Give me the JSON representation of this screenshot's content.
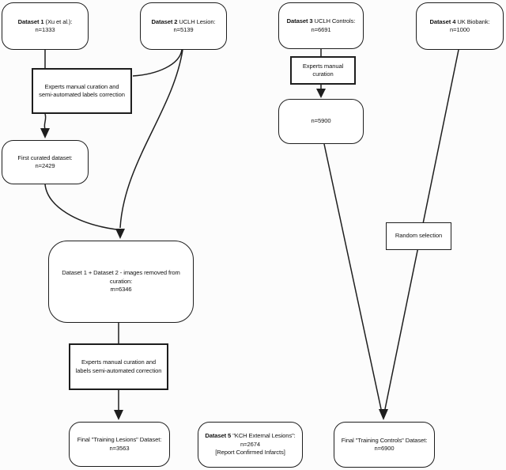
{
  "diagram": {
    "colors": {
      "stroke": "#1e1e1e",
      "background": "#fcfcfc",
      "box_fill": "#ffffff",
      "text": "#141414"
    },
    "nodes": {
      "dataset1": {
        "bold": "Dataset 1",
        "rest": " (Xu et al.):",
        "count": "n=1333"
      },
      "dataset2": {
        "bold": "Dataset 2",
        "rest": " UCLH Lesion:",
        "count": "n=5139"
      },
      "dataset3": {
        "bold": "Dataset 3",
        "rest": " UCLH Controls:",
        "count": "n=6691"
      },
      "dataset4": {
        "bold": "Dataset 4",
        "rest": " UK Biobank:",
        "count": "n=1000"
      },
      "curation1": {
        "text": "Experts manual curation and semi-automated labels correction"
      },
      "curation3": {
        "text": "Experts manual curation"
      },
      "first_curated": {
        "text": "First curated dataset:",
        "count": "n=2429"
      },
      "n5900": {
        "count": "n=5900"
      },
      "random": {
        "text": "Random selection"
      },
      "merged": {
        "text": "Dataset 1 + Dataset 2 - images removed from curation:",
        "count": "m=6346"
      },
      "curation2": {
        "text": "Experts manual curation and labels semi-automated correction"
      },
      "final_lesions": {
        "text": "Final \"Training Lesions\" Dataset:",
        "count": "n=3563"
      },
      "dataset5": {
        "bold": "Dataset 5",
        "rest": " \"KCH External Lesions\":",
        "count": "n=2674",
        "note": "[Report Confirmed Infarcts]"
      },
      "final_controls": {
        "text": "Final \"Training Controls\" Dataset:",
        "count": "n=6900"
      }
    }
  }
}
